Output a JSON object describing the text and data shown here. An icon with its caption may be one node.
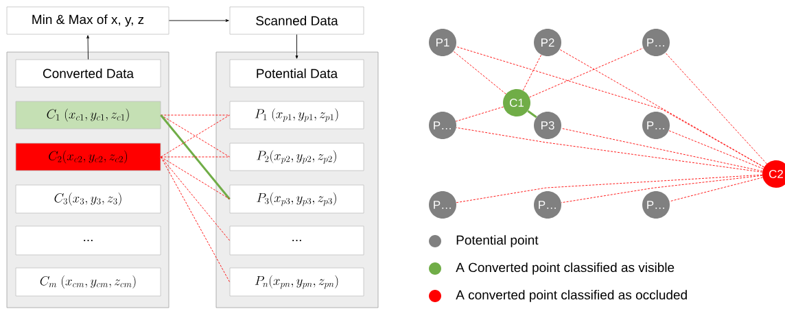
{
  "diagram": {
    "nodes": [
      {
        "text": [
          "Min & Max of x, y, z"
        ]
      },
      {
        "text": [
          "Scanned Data"
        ]
      },
      {
        "text": [],
        "shape": "box"
      },
      {
        "text": [
          "Converted Data"
        ],
        "in": 2
      },
      {
        "text": [
          "C_1\\ (x_{c1},y_{c1},z_{c1})"
        ],
        "in": 2
      },
      {
        "text": [
          "C_2(x_{c2},y_{c2},z_{c2})"
        ],
        "in": 2
      },
      {
        "text": [
          "C_3(x_3,y_3,z_3)"
        ],
        "in": 2
      },
      {
        "text": [
          "..."
        ],
        "in": 2
      },
      {
        "text": [
          "C_m\\ (x_{cm},y_{cm},z_{cm})"
        ],
        "in": 2
      },
      {
        "text": [],
        "shape": "box"
      },
      {
        "text": [
          "Potential Data"
        ],
        "in": 9
      },
      {
        "text": [
          "P_1\\ (x_{p1},y_{p1},z_{p1})"
        ],
        "in": 9
      },
      {
        "text": [
          "P_2(x_{p2},y_{p2},z_{p2})"
        ],
        "in": 9
      },
      {
        "text": [
          "P_3(x_{p3},y_{p3},z_{p3})"
        ],
        "in": 9
      },
      {
        "text": [
          "..."
        ],
        "in": 9
      },
      {
        "text": [
          "P_n(x_{pn},y_{pn},z_{pn})"
        ],
        "in": 9
      },
      {
        "text": [
          "P1"
        ]
      },
      {
        "text": [
          "P2"
        ]
      },
      {
        "text": [
          "P…"
        ]
      },
      {
        "text": [
          "C1"
        ]
      },
      {
        "text": [
          "P…"
        ]
      },
      {
        "text": [
          "P3"
        ]
      },
      {
        "text": [
          "P…"
        ]
      },
      {
        "text": [
          "C2"
        ]
      },
      {
        "text": [
          "P…"
        ]
      },
      {
        "text": [
          "P…"
        ]
      },
      {
        "text": [
          "P…"
        ]
      }
    ],
    "edges": [
      {
        "from": 3,
        "to": 0,
        "arrow": "to",
        "color": "#000000"
      },
      {
        "from": 0,
        "to": 1,
        "arrow": "to",
        "color": "#000000"
      },
      {
        "from": 1,
        "to": 10,
        "arrow": "to",
        "color": "#000000"
      },
      {
        "from": 4,
        "to": 11,
        "arrow": "none",
        "style": "dashed"
      },
      {
        "from": 4,
        "to": 12,
        "arrow": "none",
        "style": "dashed"
      },
      {
        "from": 4,
        "to": 13,
        "arrow": "none",
        "style": "thick",
        "color": "#70ad47"
      },
      {
        "from": 5,
        "to": 11,
        "arrow": "none",
        "style": "dashed"
      },
      {
        "from": 5,
        "to": 12,
        "arrow": "none",
        "style": "dashed"
      },
      {
        "from": 5,
        "to": 13,
        "arrow": "none",
        "style": "dashed"
      },
      {
        "from": 5,
        "to": 14,
        "arrow": "none",
        "style": "dashed"
      },
      {
        "from": 5,
        "to": 15,
        "arrow": "none",
        "style": "dashed"
      },
      {
        "from": 19,
        "to": 16,
        "arrow": "none",
        "style": "dashed"
      },
      {
        "from": 19,
        "to": 17,
        "arrow": "none",
        "style": "dashed"
      },
      {
        "from": 19,
        "to": 18,
        "arrow": "none",
        "style": "dashed"
      },
      {
        "from": 19,
        "to": 20,
        "arrow": "none",
        "style": "dashed"
      },
      {
        "from": 19,
        "to": 21,
        "arrow": "none",
        "style": "thick",
        "color": "#70ad47"
      },
      {
        "from": 23,
        "to": 16,
        "arrow": "none",
        "style": "dashed"
      },
      {
        "from": 23,
        "to": 17,
        "arrow": "none",
        "style": "dashed"
      },
      {
        "from": 23,
        "to": 18,
        "arrow": "none",
        "style": "dashed"
      },
      {
        "from": 23,
        "to": 20,
        "arrow": "none",
        "style": "dashed"
      },
      {
        "from": 23,
        "to": 21,
        "arrow": "none",
        "style": "dashed"
      },
      {
        "from": 23,
        "to": 22,
        "arrow": "none",
        "style": "dashed"
      },
      {
        "from": 23,
        "to": 24,
        "arrow": "none",
        "style": "dashed"
      },
      {
        "from": 23,
        "to": 25,
        "arrow": "none",
        "style": "dashed"
      },
      {
        "from": 23,
        "to": 26,
        "arrow": "none",
        "style": "dashed"
      }
    ],
    "legend": [
      {
        "text": "Potential point",
        "color": "#808080"
      },
      {
        "text": "A Converted point classified as visible",
        "color": "#70ad47"
      },
      {
        "text": "A converted point classified as occluded",
        "color": "#ff0000"
      }
    ]
  }
}
